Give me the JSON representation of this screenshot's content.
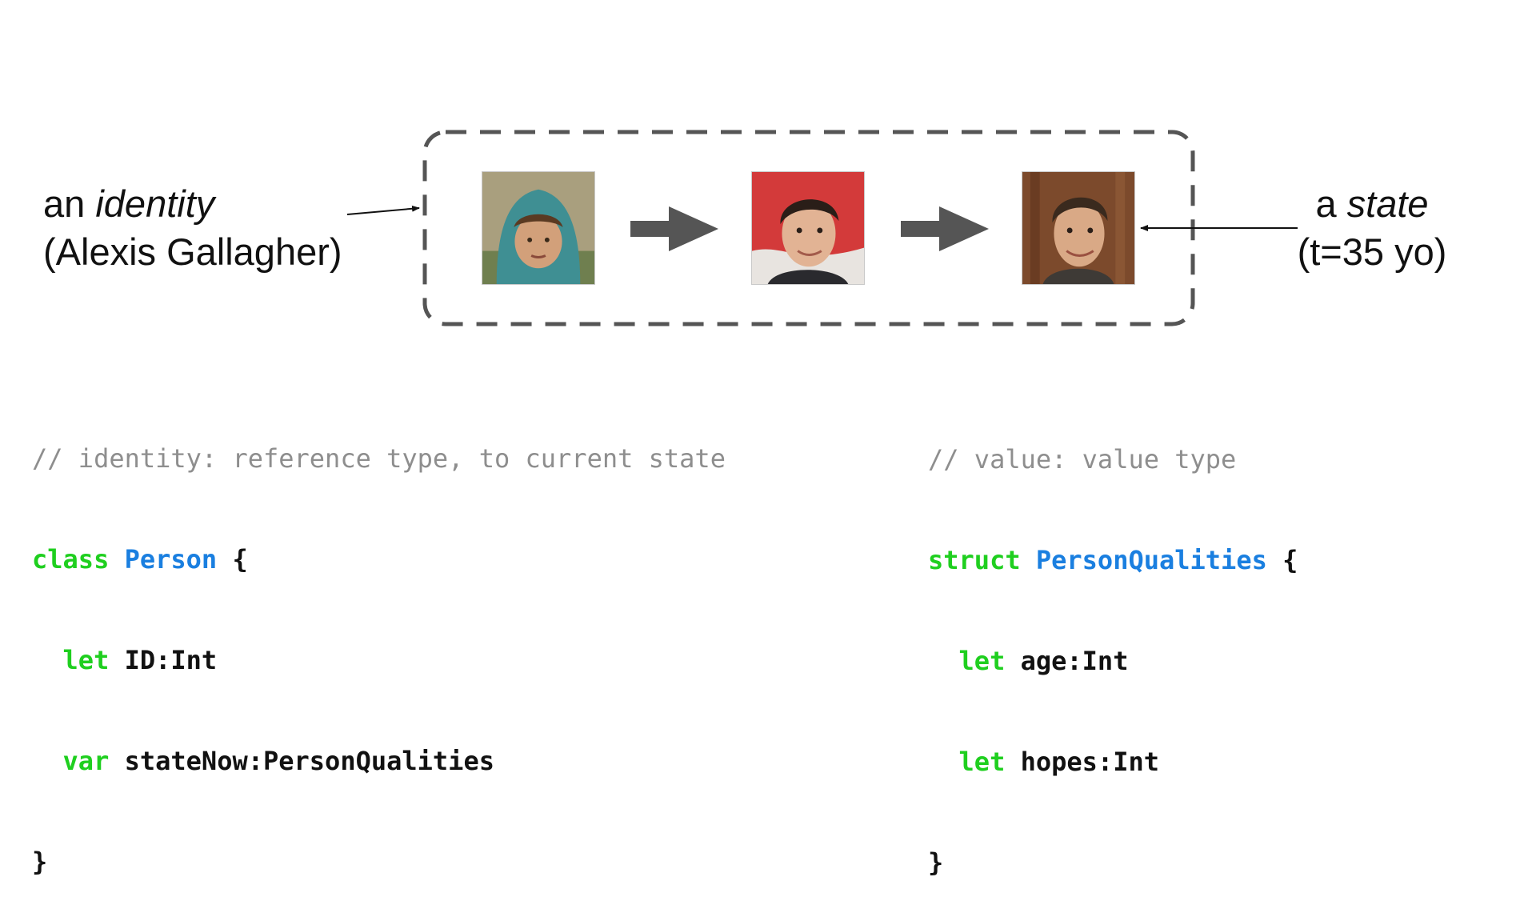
{
  "identity_label": {
    "line1_prefix": "an ",
    "line1_emph": "identity",
    "line2": "(Alexis Gallagher)"
  },
  "state_label": {
    "line1_prefix": "a ",
    "line1_emph": "state",
    "line2": "(t=35 yo)"
  },
  "photos": [
    {
      "name": "child-in-hood-photo",
      "description_icon": "photo-icon"
    },
    {
      "name": "young-man-photo",
      "description_icon": "photo-icon"
    },
    {
      "name": "adult-man-photo",
      "description_icon": "photo-icon"
    }
  ],
  "colors": {
    "comment": "#8e8e8e",
    "keyword": "#1fcf1f",
    "type": "#1a7fe0",
    "text": "#111111",
    "box_dash": "#555555",
    "arrow": "#555555"
  },
  "code_left": {
    "comment": "// identity: reference type, to current state",
    "kw_class": "class",
    "type_person": "Person",
    "open_brace": " {",
    "kw_let": "let",
    "id_decl": " ID:Int",
    "kw_var": "var",
    "state_decl": " stateNow:PersonQualities",
    "close_brace": "}"
  },
  "code_right": {
    "comment": "// value: value type",
    "kw_struct": "struct",
    "type_pq": "PersonQualities",
    "open_brace": " {",
    "kw_let1": "let",
    "age_decl": " age:Int",
    "kw_let2": "let",
    "hopes_decl": " hopes:Int",
    "close_brace": "}"
  }
}
